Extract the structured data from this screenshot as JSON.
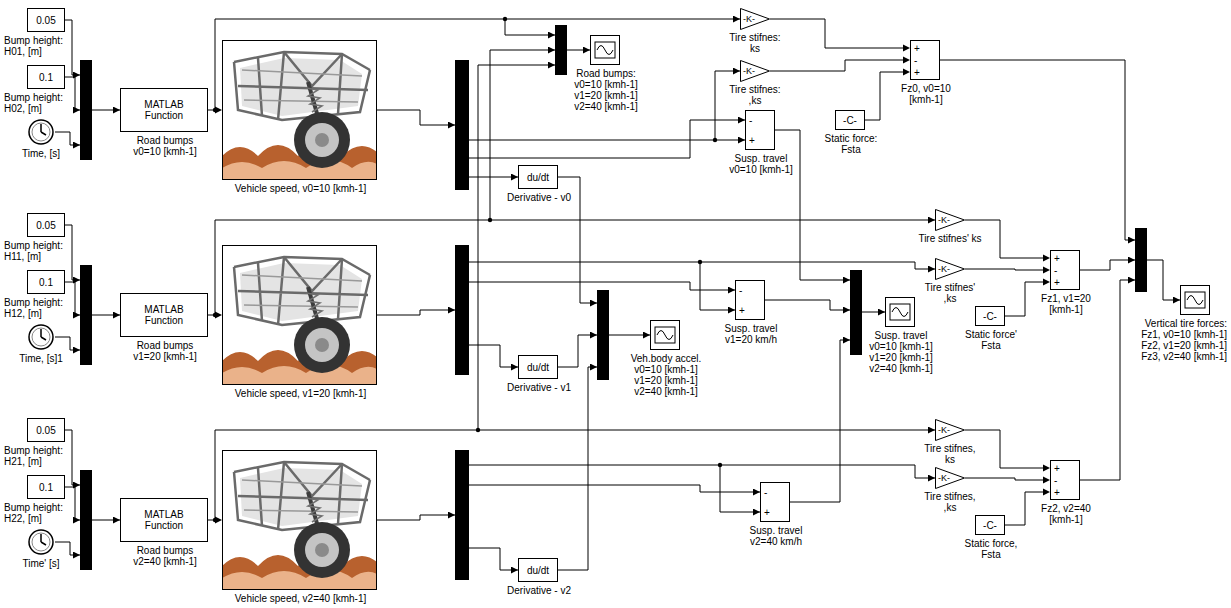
{
  "diagram": {
    "nodes": [
      {
        "text": [
          "0.05",
          "Bump height: H01, [m]"
        ]
      },
      {
        "text": [
          "0.1",
          "Bump height: H02, [m]"
        ]
      },
      {
        "text": [
          "Time, [s]"
        ]
      },
      {
        "text": [
          "MATLAB Function",
          "Road bumps v0=10 [kmh-1]"
        ]
      },
      {
        "text": [
          "Vehicle speed, v0=10 [kmh-1]"
        ]
      },
      {
        "text": [
          "Road bumps: v0=10 [kmh-1] v1=20 [kmh-1] v2=40 [kmh-1]"
        ]
      },
      {
        "text": [
          "du/dt",
          "Derivative - v0"
        ]
      },
      {
        "text": [
          "-K-",
          "Tire stifnes: ks"
        ]
      },
      {
        "text": [
          "-K-",
          "Tire stifnes: ,ks"
        ]
      },
      {
        "text": [
          "-",
          "+",
          "Susp. travel v0=10 [kmh-1]"
        ]
      },
      {
        "text": [
          "-C-",
          "Static force: Fsta"
        ]
      },
      {
        "text": [
          "+",
          "-",
          "+",
          "Fz0, v0=10 [kmh-1]"
        ]
      },
      {
        "text": [
          "0.05",
          "Bump height: H11, [m]"
        ]
      },
      {
        "text": [
          "0.1",
          "Bump height: H12, [m]"
        ]
      },
      {
        "text": [
          "Time, [s]1"
        ]
      },
      {
        "text": [
          "MATLAB Function",
          "Road bumps v1=20 [kmh-1]"
        ]
      },
      {
        "text": [
          "Vehicle speed, v1=20 [kmh-1]"
        ]
      },
      {
        "text": [
          "du/dt",
          "Derivative - v1"
        ]
      },
      {
        "text": [
          "Veh.body accel. v0=10 [kmh-1] v1=20 [kmh-1] v2=40 [kmh-1]"
        ]
      },
      {
        "text": [
          "-",
          "+",
          "Susp. travel v1=20 km/h"
        ]
      },
      {
        "text": [
          "Susp. travel v0=10 [kmh-1] v1=20 [kmh-1] v2=40 [kmh-1]"
        ]
      },
      {
        "text": [
          "-K-",
          "Tire stifnes' ks"
        ]
      },
      {
        "text": [
          "-K-",
          "Tire stifnes' ,ks"
        ]
      },
      {
        "text": [
          "-C-",
          "Static force' Fsta"
        ]
      },
      {
        "text": [
          "+",
          "-",
          "+",
          "Fz1, v1=20 [kmh-1]"
        ]
      },
      {
        "text": [
          "Vertical tire forces: Fz1, v0=10 [kmh-1] Fz2, v1=20 [kmh-1] Fz3, v2=40 [kmh-1]"
        ]
      },
      {
        "text": [
          "0.05",
          "Bump height: H21, [m]"
        ]
      },
      {
        "text": [
          "0.1",
          "Bump height: H22, [m]"
        ]
      },
      {
        "text": [
          "Time' [s]"
        ]
      },
      {
        "text": [
          "MATLAB Function",
          "Road bumps v2=40 [kmh-1]"
        ]
      },
      {
        "text": [
          "Vehicle speed, v2=40 [kmh-1]"
        ]
      },
      {
        "text": [
          "du/dt",
          "Derivative - v2"
        ]
      },
      {
        "text": [
          "-",
          "+",
          "Susp. travel v2=40 km/h"
        ]
      },
      {
        "text": [
          "-K-",
          "Tire stifnes, ks"
        ]
      },
      {
        "text": [
          "-K-",
          "Tire stifnes, ,ks"
        ]
      },
      {
        "text": [
          "-C-",
          "Static force, Fsta"
        ]
      },
      {
        "text": [
          "+",
          "-",
          "+",
          "Fz2, v2=40 [kmh-1]"
        ]
      }
    ],
    "edges": [
      {
        "from": 3,
        "to": 4,
        "arrow": "to"
      },
      {
        "from": 7,
        "to": 11,
        "arrow": "to"
      },
      {
        "from": 8,
        "to": 11,
        "arrow": "to"
      },
      {
        "from": 10,
        "to": 11,
        "arrow": "to"
      },
      {
        "from": 15,
        "to": 16,
        "arrow": "to"
      },
      {
        "from": 21,
        "to": 24,
        "arrow": "to"
      },
      {
        "from": 22,
        "to": 24,
        "arrow": "to"
      },
      {
        "from": 23,
        "to": 24,
        "arrow": "to"
      },
      {
        "from": 29,
        "to": 30,
        "arrow": "to"
      },
      {
        "from": 33,
        "to": 36,
        "arrow": "to"
      },
      {
        "from": 34,
        "to": 36,
        "arrow": "to"
      },
      {
        "from": 35,
        "to": 36,
        "arrow": "to"
      }
    ]
  }
}
